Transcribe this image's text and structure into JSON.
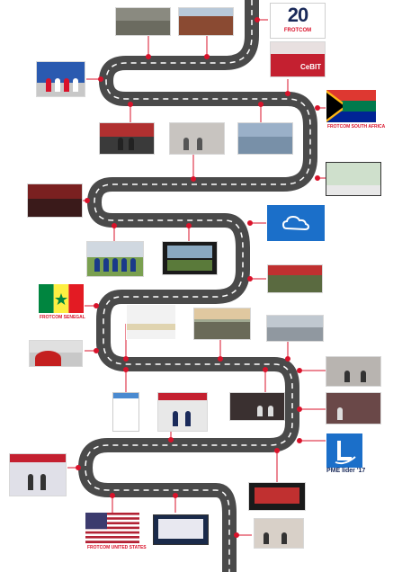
{
  "logo": {
    "number": "20",
    "brand": "FROTCOM"
  },
  "cebit_label": "CeBIT",
  "captions": {
    "south_africa": "FROTCOM SOUTH AFRICA",
    "senegal": "FROTCOM SENEGAL",
    "united_states": "FROTCOM UNITED STATES"
  },
  "pme": {
    "label": "PME líder '17"
  },
  "colors": {
    "road": "#4a4a4a",
    "road_dash": "#ffffff",
    "marker": "#d9122a",
    "brand_blue": "#1b6fc9",
    "brand_navy": "#1a2a5a"
  },
  "icons": {
    "cloud": "cloud-icon",
    "pme": "pme-leader-icon"
  }
}
